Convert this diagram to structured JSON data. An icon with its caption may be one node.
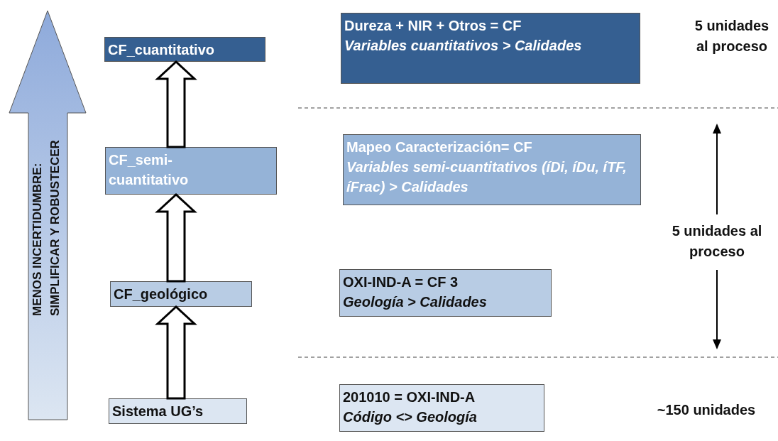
{
  "diagram": {
    "nodes": [
      {
        "text": [
          "MENOS INCERTIDUMBRE: SIMPLIFICAR Y ROBUSTECER"
        ]
      },
      {
        "text": [
          "CF_cuantitativo"
        ]
      },
      {
        "text": [
          "Dureza + NIR + Otros = CF",
          "Variables cuantitativos > Calidades"
        ]
      },
      {
        "text": [
          "CF_semi-cuantitativo"
        ]
      },
      {
        "text": [
          "Mapeo Caracterización= CF",
          "Variables semi-cuantitativos (íDi, íDu, íTF, íFrac) > Calidades"
        ]
      },
      {
        "text": [
          "CF_geológico"
        ]
      },
      {
        "text": [
          "OXI-IND-A = CF 3",
          "Geología > Calidades"
        ]
      },
      {
        "text": [
          "Sistema UG’s"
        ]
      },
      {
        "text": [
          "201010 = OXI-IND-A",
          "Código <> Geología"
        ]
      }
    ],
    "edges": [
      {
        "from": 7,
        "to": 5,
        "arrow": "to"
      },
      {
        "from": 5,
        "to": 3,
        "arrow": "to"
      },
      {
        "from": 3,
        "to": 1,
        "arrow": "to"
      }
    ],
    "labels": [
      "5 unidades al proceso",
      "5 unidades al proceso",
      "~150 unidades"
    ]
  }
}
